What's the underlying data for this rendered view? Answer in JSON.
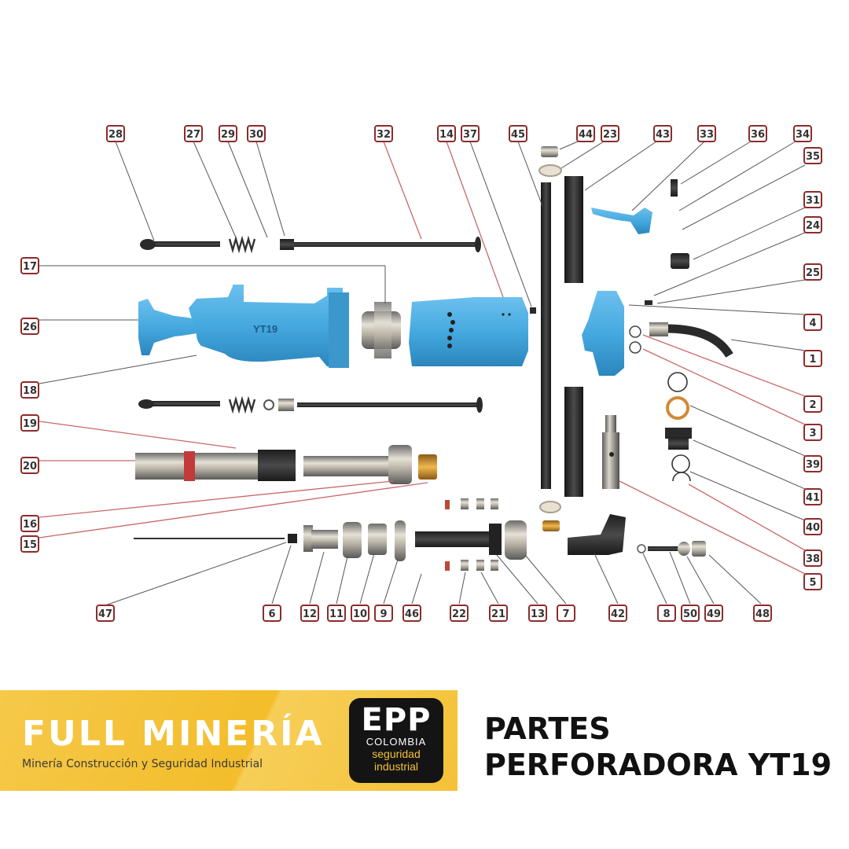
{
  "diagram": {
    "callouts": [
      "28",
      "27",
      "29",
      "30",
      "32",
      "14",
      "37",
      "45",
      "44",
      "23",
      "43",
      "33",
      "36",
      "34",
      "35",
      "31",
      "24",
      "25",
      "17",
      "26",
      "4",
      "1",
      "18",
      "2",
      "3",
      "19",
      "39",
      "20",
      "41",
      "40",
      "16",
      "15",
      "38",
      "5",
      "47",
      "6",
      "12",
      "11",
      "10",
      "9",
      "46",
      "22",
      "21",
      "13",
      "7",
      "42",
      "8",
      "50",
      "49",
      "48"
    ]
  },
  "banner": {
    "brand_title": "FULL MINERÍA",
    "brand_subtitle": "Minería Construcción y Seguridad Industrial",
    "badge": {
      "main": "EPP",
      "country": "COLOMBIA",
      "line1": "seguridad",
      "line2": "industrial"
    },
    "title_line1": "PARTES",
    "title_line2": "PERFORADORA YT19"
  },
  "colors": {
    "part_blue": "#45a9df",
    "callout_border": "#8e2b2b",
    "brand_yellow": "#f4c236",
    "badge_black": "#141414"
  }
}
